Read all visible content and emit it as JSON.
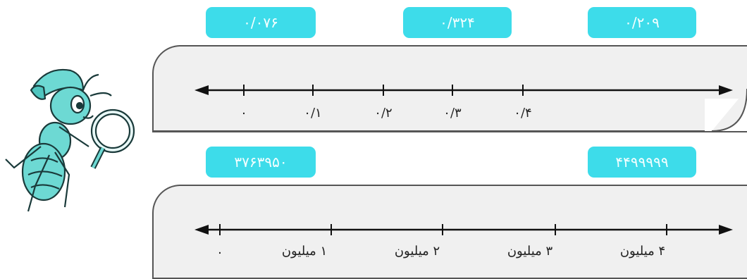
{
  "top": {
    "badges": [
      "۰/۰۷۶",
      "۰/۳۲۴",
      "۰/۲۰۹"
    ],
    "ticks": [
      "۰",
      "۰/۱",
      "۰/۲",
      "۰/۳",
      "۰/۴"
    ]
  },
  "bottom": {
    "badges": [
      "۳۷۶۳۹۵۰",
      "۴۴۹۹۹۹۹"
    ],
    "ticks": [
      "۰",
      "۱ میلیون",
      "۲ میلیون",
      "۳ میلیون",
      "۴ میلیون"
    ]
  },
  "colors": {
    "badge": "#3ddcea",
    "panel": "#f0f0f0",
    "ant": "#5fd6d0"
  },
  "icons": {
    "mascot": "ant-detective-with-magnifier-icon"
  }
}
